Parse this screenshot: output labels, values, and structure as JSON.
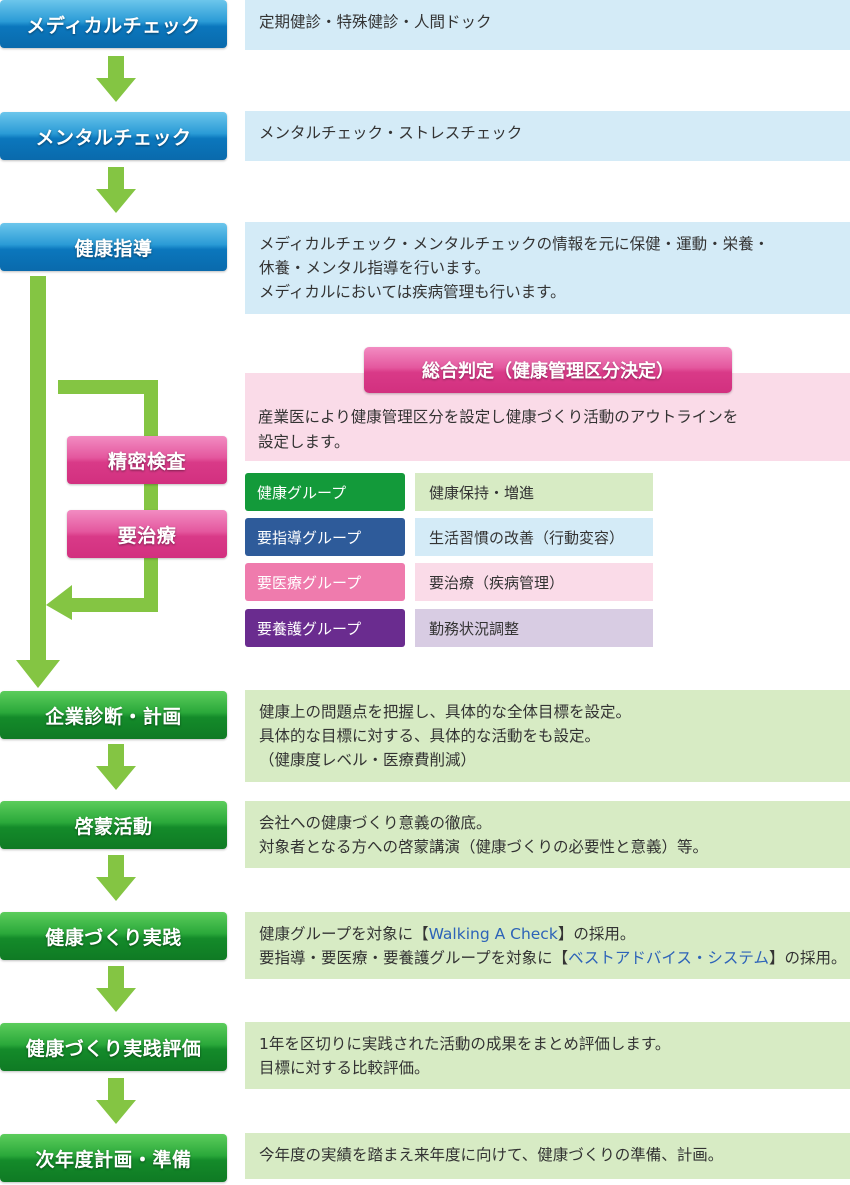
{
  "steps": {
    "medical_check": "メディカルチェック",
    "mental_check": "メンタルチェック",
    "health_guidance": "健康指導",
    "detailed_exam": "精密検査",
    "requires_treatment": "要治療",
    "corporate_diagnosis": "企業診断・計画",
    "awareness": "啓蒙活動",
    "practice": "健康づくり実践",
    "practice_evaluation": "健康づくり実践評価",
    "next_year": "次年度計画・準備"
  },
  "descriptions": {
    "medical_check": [
      "定期健診・特殊健診・人間ドック"
    ],
    "mental_check": [
      "メンタルチェック・ストレスチェック"
    ],
    "health_guidance": [
      "メディカルチェック・メンタルチェックの情報を元に保健・運動・栄養・",
      "休養・メンタル指導を行います。",
      "メディカルにおいては疾病管理も行います。"
    ],
    "corporate_diagnosis": [
      "健康上の問題点を把握し、具体的な全体目標を設定。",
      "具体的な目標に対する、具体的な活動をも設定。",
      "（健康度レベル・医療費削減）"
    ],
    "awareness": [
      "会社への健康づくり意義の徹底。",
      "対象者となる方への啓蒙講演（健康づくりの必要性と意義）等。"
    ],
    "practice": {
      "line1_prefix": "健康グループを対象に【",
      "line1_link": "Walking A Check",
      "line1_suffix": "】の採用。",
      "line2_prefix": "要指導・要医療・要養護グループを対象に【",
      "line2_link": "ベストアドバイス・システム",
      "line2_suffix": "】の採用。"
    },
    "practice_evaluation": [
      "1年を区切りに実践された活動の成果をまとめ評価します。",
      "目標に対する比較評価。"
    ],
    "next_year": [
      "今年度の実績を踏まえ来年度に向けて、健康づくりの準備、計画。"
    ]
  },
  "judgement": {
    "title": "総合判定（健康管理区分決定）",
    "text": [
      "産業医により健康管理区分を設定し健康づくり活動のアウトラインを",
      "設定します。"
    ]
  },
  "groups": [
    {
      "name": "健康グループ",
      "action": "健康保持・増進",
      "color": "#139a3a",
      "bg": "#d7ebc4"
    },
    {
      "name": "要指導グループ",
      "action": "生活習慣の改善（行動変容）",
      "color": "#2e5b9a",
      "bg": "#d4ebf7"
    },
    {
      "name": "要医療グループ",
      "action": "要治療（疾病管理）",
      "color": "#ef7bad",
      "bg": "#fadbe8"
    },
    {
      "name": "要養護グループ",
      "action": "勤務状況調整",
      "color": "#6a2c8f",
      "bg": "#d8cce3"
    }
  ],
  "colors": {
    "arrow_green": "#84c543",
    "link_blue": "#2d63b8"
  }
}
